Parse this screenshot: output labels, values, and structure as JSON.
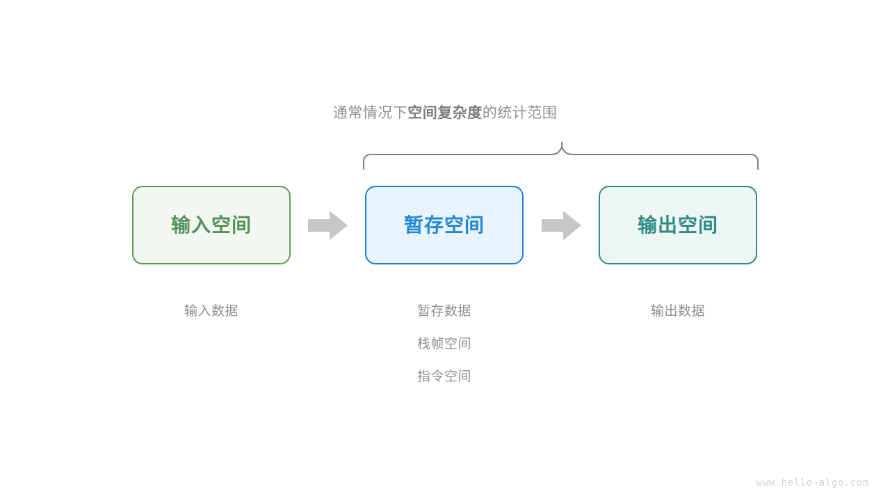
{
  "diagram": {
    "brace_caption": {
      "prefix": "通常情况下",
      "emphasis": "空间复杂度",
      "suffix": "的统计范围"
    },
    "stages": [
      {
        "id": "input",
        "label": "输入空间",
        "text_color": "#53915a",
        "border_color": "#5a9c55",
        "fill_color": "#f1f8ef",
        "captions": [
          "输入数据"
        ]
      },
      {
        "id": "temp",
        "label": "暂存空间",
        "text_color": "#2388d4",
        "border_color": "#1a81d2",
        "fill_color": "#e8f4fd",
        "captions": [
          "暂存数据",
          "栈帧空间",
          "指令空间"
        ]
      },
      {
        "id": "output",
        "label": "输出空间",
        "text_color": "#2f8a85",
        "border_color": "#2f8a85",
        "fill_color": "#eef6f4",
        "captions": [
          "输出数据"
        ]
      }
    ],
    "arrows": [
      {
        "id": "arrow-1",
        "color": "#c6c6c6"
      },
      {
        "id": "arrow-2",
        "color": "#c6c6c6"
      }
    ],
    "brace": {
      "color": "#808080",
      "covers": [
        "暂存空间",
        "输出空间"
      ]
    },
    "watermark": "www.hello-algo.com"
  }
}
